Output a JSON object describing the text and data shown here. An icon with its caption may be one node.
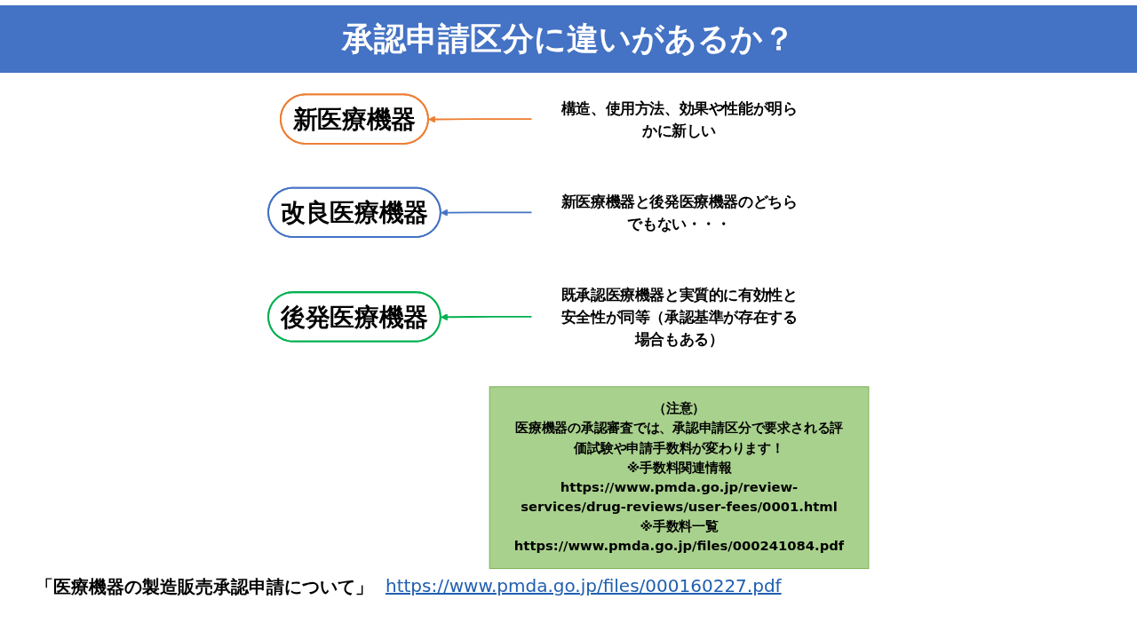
{
  "diagram": {
    "title": "承認申請区分に違いがあるか？",
    "nodes": [
      {
        "text": [
          "新医療機器"
        ]
      },
      {
        "text": [
          "構造、使用方法、効果や性能が明らかに新しい"
        ]
      },
      {
        "text": [
          "改良医療機器"
        ]
      },
      {
        "text": [
          "新医療機器と後発医療機器のどちらでもない・・・"
        ]
      },
      {
        "text": [
          "後発医療機器"
        ]
      },
      {
        "text": [
          "既承認医療機器と実質的に有効性と安全性が同等（承認基準が存在する場合もある）"
        ]
      },
      {
        "text": [
          "（注意）",
          "医療機器の承認審査では、承認申請区分で要求される評価試験や申請手数料が変わります！",
          "※手数料関連情報",
          "https://www.pmda.go.jp/review-services/drug-reviews/user-fees/0001.html",
          "※手数料一覧",
          "https://www.pmda.go.jp/files/000241084.pdf"
        ]
      }
    ],
    "edges": [
      {
        "from": 1,
        "to": 0,
        "arrow": "to",
        "color": "#ed7d31"
      },
      {
        "from": 3,
        "to": 2,
        "arrow": "to",
        "color": "#4472c4"
      },
      {
        "from": 5,
        "to": 4,
        "arrow": "to",
        "color": "#00b050"
      }
    ],
    "labels": [
      "「医療機器の製造販売承認申請について」",
      "https://www.pmda.go.jp/files/000160227.pdf"
    ]
  }
}
